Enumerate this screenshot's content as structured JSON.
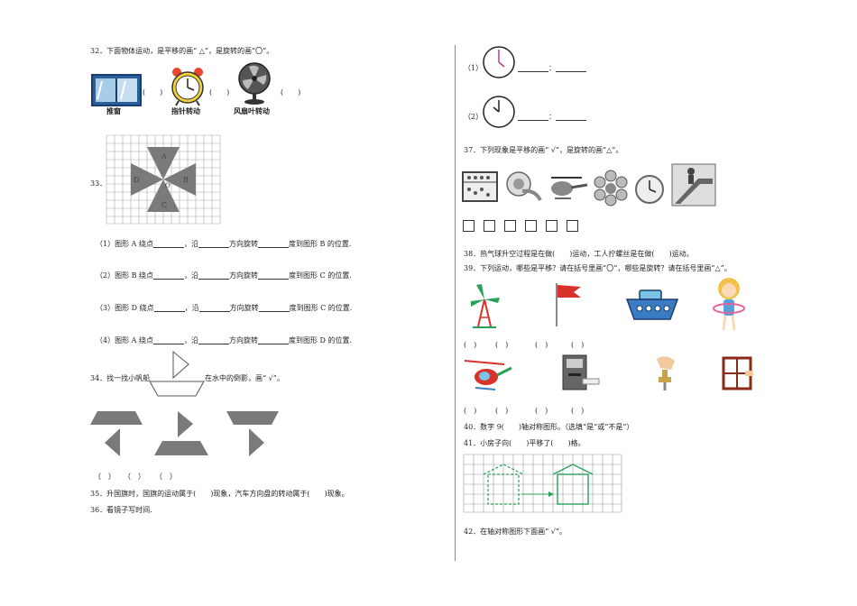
{
  "left": {
    "q32": {
      "text": "32．下面物体运动，是平移的画“ △”，是旋转的画“〇”。",
      "paren": "(　　)",
      "caption_window": "推窗",
      "caption_clock": "指针转动",
      "caption_fan": "风扇叶转动"
    },
    "q33": {
      "num": "33．",
      "labels": {
        "A": "A",
        "B": "B",
        "C": "C",
        "D": "D",
        "O": "O"
      },
      "lines": [
        {
          "a": "（1）图形 A 绕点",
          "b": "，沿",
          "c": "方向旋转",
          "d": "度到图形 B 的位置."
        },
        {
          "a": "（2）图形 B 绕点",
          "b": "，沿",
          "c": "方向旋转",
          "d": "度到图形 C 的位置."
        },
        {
          "a": "（3）图形 D 绕点",
          "b": "，沿",
          "c": "方向旋转",
          "d": "度到图形 C 的位置."
        },
        {
          "a": "（4）图形 A 绕点",
          "b": "，沿",
          "c": "方向旋转",
          "d": "度到图形 D 的位置."
        }
      ]
    },
    "q34": {
      "text_a": "34．找一找小帆船",
      "text_b": "在水中的倒影，画“ √”。",
      "paren": "（　）"
    },
    "q35": "35．升国旗时，国旗的运动属于(　　)现象，汽车方向盘的转动属于(　　)现象。",
    "q36": "36．看镜子写时间."
  },
  "right": {
    "q36_items": [
      {
        "label": "（1）",
        "sep": "："
      },
      {
        "label": "（2）",
        "sep": "："
      }
    ],
    "q37": "37．下列现象是平移的画“ √”，是旋转的画“△”。",
    "q38": "38．热气球升空过程是在做(　　)运动，工人拧螺丝是在做(　　)运动。",
    "q39": "39．下列运动，哪些是平移？请在括号里画“〇”，哪些是旋转？请在括号里画“△”。",
    "paren": "(　)",
    "q40": "40．数字 9(　　)轴对称图形。（选填“是”或“不是”）",
    "q41": "41．小房子向(　　)平移了(　　)格。",
    "q42": "42．在轴对称图形下面画“ √”。"
  },
  "colors": {
    "accent_red": "#d9322b",
    "grid_green": "#2aa05a",
    "text": "#222222"
  }
}
